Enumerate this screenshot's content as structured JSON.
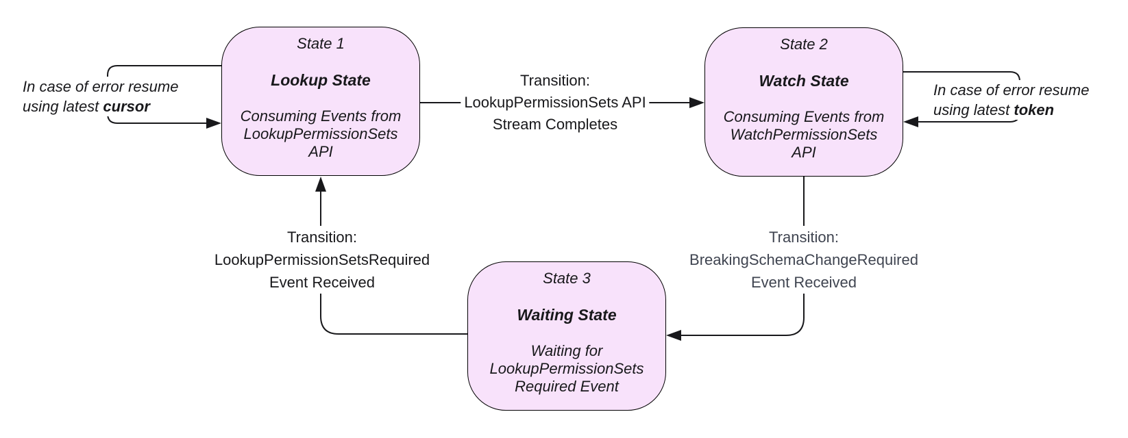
{
  "colors": {
    "node_fill": "#f8e2fb",
    "node_border": "#000000",
    "edge": "#18181b",
    "text": "#18181b",
    "muted_text": "#3f4450",
    "background": "#ffffff"
  },
  "states": [
    {
      "label": "State 1",
      "title": "Lookup State",
      "desc": [
        "Consuming Events from",
        "LookupPermissionSets",
        "API"
      ]
    },
    {
      "label": "State 2",
      "title": "Watch State",
      "desc": [
        "Consuming Events from",
        "WatchPermissionSets",
        "API"
      ]
    },
    {
      "label": "State 3",
      "title": "Waiting State",
      "desc": [
        "Waiting for",
        "LookupPermissionSets",
        "Required Event"
      ]
    }
  ],
  "transitions": [
    {
      "lines": [
        "Transition:",
        "LookupPermissionSets API",
        "Stream Completes"
      ]
    },
    {
      "lines": [
        "Transition:",
        "BreakingSchemaChangeRequired",
        "Event Received"
      ]
    },
    {
      "lines": [
        "Transition:",
        "LookupPermissionSetsRequired",
        "Event Received"
      ]
    }
  ],
  "error_loops": [
    {
      "line1": "In case of error resume",
      "line2_prefix": "using latest ",
      "line2_bold": "cursor"
    },
    {
      "line1": "In case of error resume",
      "line2_prefix": "using latest ",
      "line2_bold": "token"
    }
  ]
}
